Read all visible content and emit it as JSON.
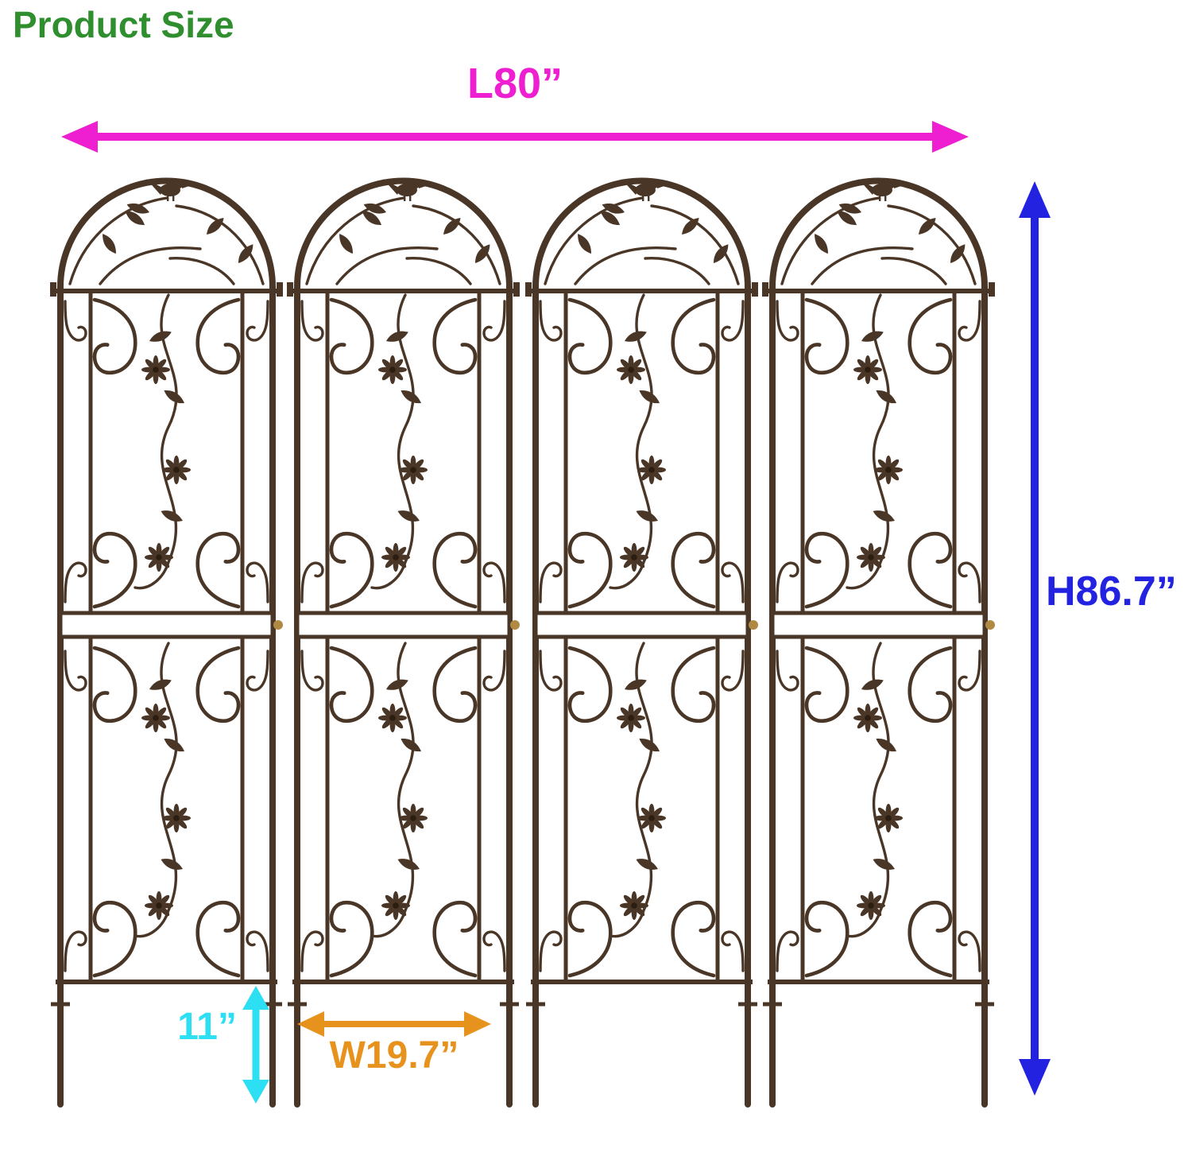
{
  "title": {
    "text": "Product Size",
    "color": "#2f8f2f"
  },
  "dimensions": {
    "length": {
      "label": "L80”",
      "color": "#ed1fd1",
      "orientation": "horizontal"
    },
    "height": {
      "label": "H86.7”",
      "color": "#2222e0",
      "orientation": "vertical"
    },
    "stake_height": {
      "label": "11”",
      "color": "#2ddff2",
      "orientation": "vertical"
    },
    "panel_width": {
      "label": "W19.7”",
      "color": "#e8921e",
      "orientation": "horizontal"
    }
  },
  "product": {
    "item": "metal garden trellis panels",
    "panel_count": 4,
    "frame_color": "#4a3626",
    "knob_color": "#b08a43",
    "decorations": [
      "bird",
      "leaves",
      "flowers",
      "scrolls"
    ]
  }
}
